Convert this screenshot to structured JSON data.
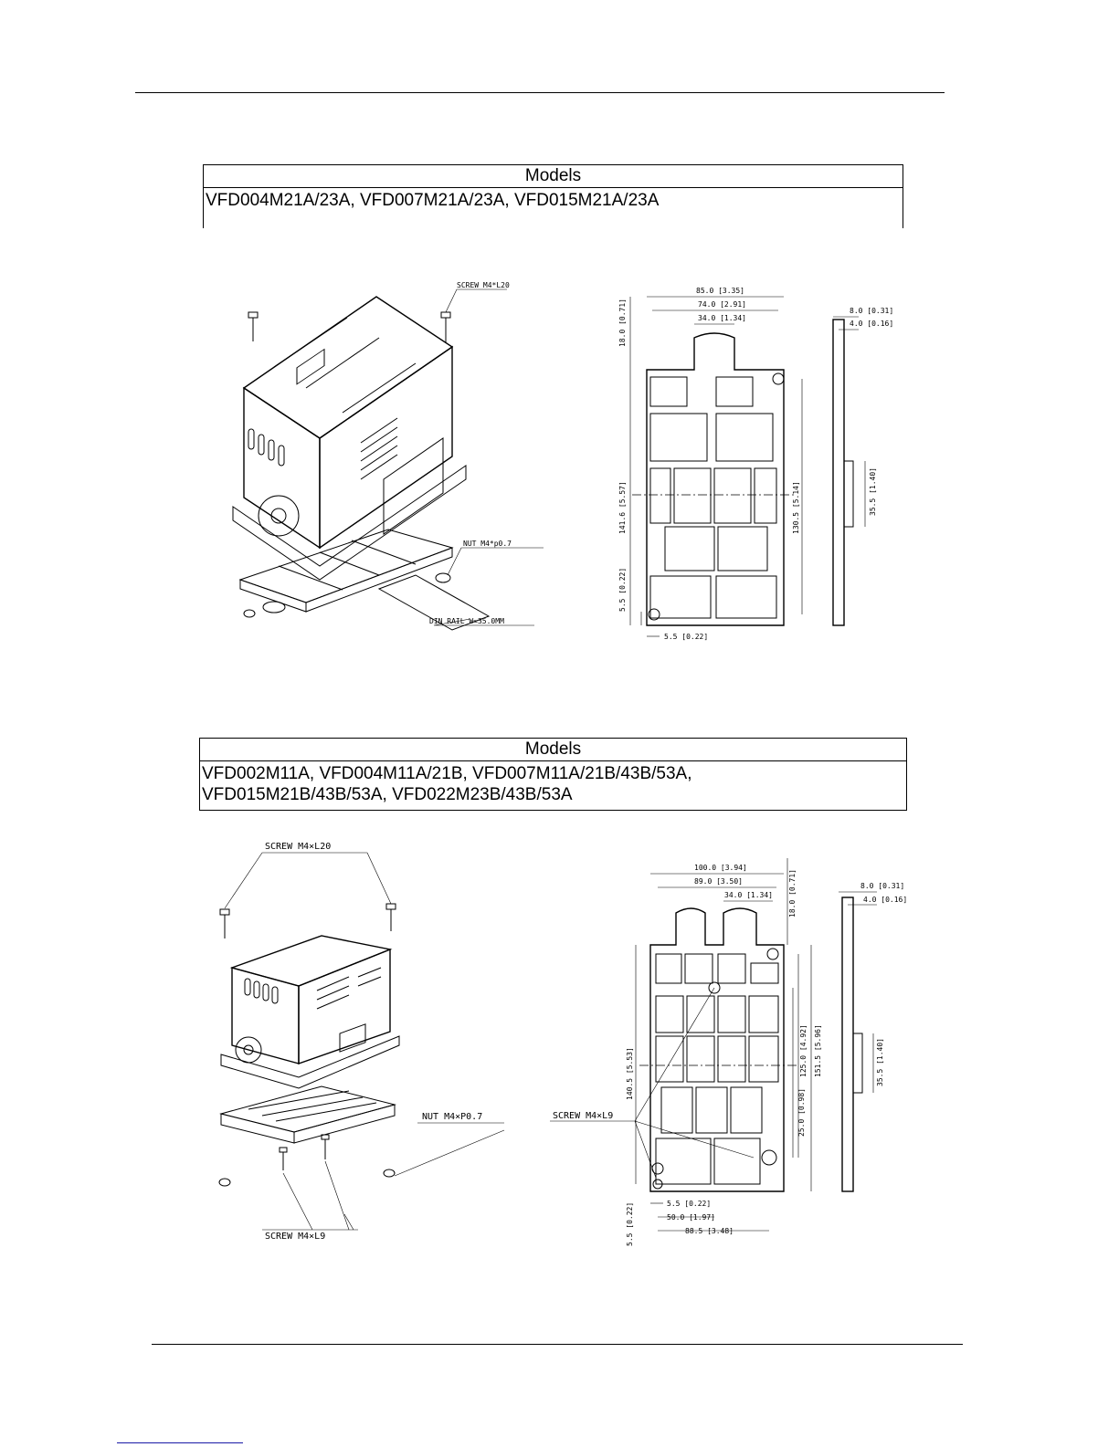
{
  "section1": {
    "models_header": "Models",
    "models_line1": "VFD004M21A/23A, VFD007M21A/23A, VFD015M21A/23A",
    "labels": {
      "screw": "SCREW M4*L20",
      "nut": "NUT M4*p0.7",
      "din_rail": "DIN RAIL W=35.0MM"
    },
    "dims": {
      "w85": "85.0 [3.35]",
      "w74": "74.0 [2.91]",
      "w34": "34.0 [1.34]",
      "h18": "18.0 [0.71]",
      "h141": "141.6 [5.57]",
      "h130": "130.5 [5.14]",
      "h55v": "5.5 [0.22]",
      "w55": "5.5 [0.22]",
      "s8": "8.0 [0.31]",
      "s4": "4.0 [0.16]",
      "s355": "35.5 [1.40]"
    }
  },
  "section2": {
    "models_header": "Models",
    "models_line1": "VFD002M11A, VFD004M11A/21B, VFD007M11A/21B/43B/53A,",
    "models_line2": "VFD015M21B/43B/53A, VFD022M23B/43B/53A",
    "labels": {
      "screw_top": "SCREW M4×L20",
      "nut": "NUT M4×P0.7",
      "screw_bottom": "SCREW M4×L9",
      "screw_mid": "SCREW M4×L9"
    },
    "dims": {
      "w100": "100.0 [3.94]",
      "w89": "89.0 [3.50]",
      "w34": "34.0 [1.34]",
      "h18": "18.0 [0.71]",
      "h140": "140.5 [5.53]",
      "h125": "125.0 [4.92]",
      "h151": "151.5 [5.96]",
      "h25": "25.0 [0.98]",
      "h55v": "5.5 [0.22]",
      "w55": "5.5 [0.22]",
      "w50": "50.0 [1.97]",
      "w885": "88.5 [3.48]",
      "s8": "8.0 [0.31]",
      "s4": "4.0 [0.16]",
      "s355": "35.5 [1.40]"
    }
  }
}
